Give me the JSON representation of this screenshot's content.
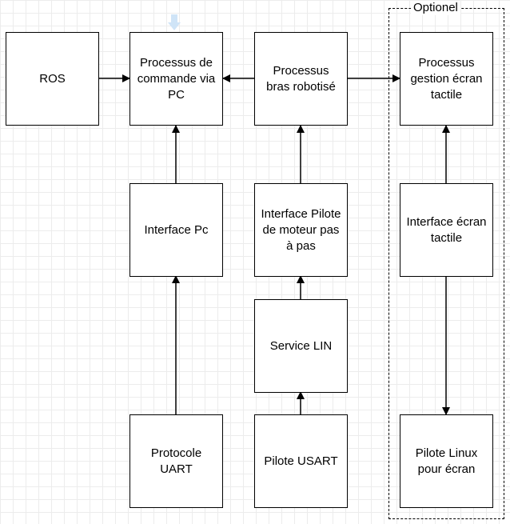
{
  "diagram": {
    "optional_group": {
      "label": "Optionel"
    },
    "nodes": {
      "ros": "ROS",
      "processus_pc": "Processus de commande via PC",
      "processus_bras": "Processus bras robotisé",
      "processus_ecran": "Processus gestion écran tactile",
      "interface_pc": "Interface Pc",
      "interface_pilote": "Interface Pilote de moteur pas à pas",
      "interface_ecran": "Interface écran tactile",
      "service_lin": "Service LIN",
      "protocole_uart": "Protocole UART",
      "pilote_usart": "Pilote USART",
      "pilote_linux": "Pilote Linux pour écran"
    },
    "edges": [
      {
        "from": "ros",
        "to": "processus_pc"
      },
      {
        "from": "processus_bras",
        "to": "processus_pc"
      },
      {
        "from": "processus_bras",
        "to": "processus_ecran"
      },
      {
        "from": "interface_pc",
        "to": "processus_pc"
      },
      {
        "from": "protocole_uart",
        "to": "interface_pc"
      },
      {
        "from": "interface_pilote",
        "to": "processus_bras"
      },
      {
        "from": "service_lin",
        "to": "interface_pilote"
      },
      {
        "from": "pilote_usart",
        "to": "service_lin"
      },
      {
        "from": "interface_ecran",
        "to": "processus_ecran"
      },
      {
        "from": "interface_ecran",
        "to": "pilote_linux"
      }
    ],
    "colors": {
      "line": "#000000",
      "grid": "#ececec",
      "marker": "#cfe4f7"
    }
  }
}
